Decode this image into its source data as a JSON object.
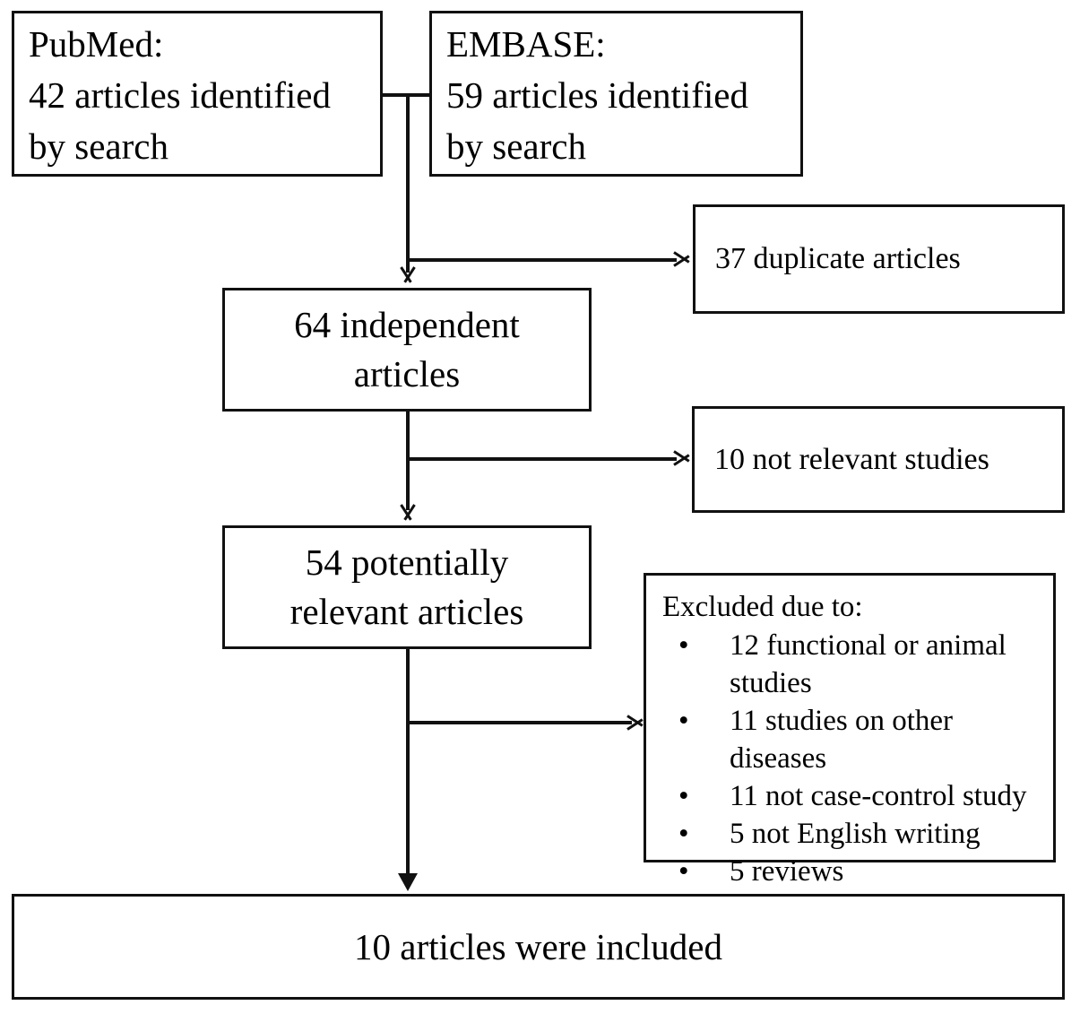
{
  "diagram": {
    "type": "prisma-study-selection-flowchart",
    "title": "Study selection flow diagram",
    "colors": {
      "stroke": "#111111",
      "background": "#ffffff",
      "text": "#000000"
    },
    "sources": [
      {
        "id": "pubmed",
        "heading": "PubMed:",
        "line2": "42 articles identified",
        "line3": "by search",
        "count": 42
      },
      {
        "id": "embase",
        "heading": "EMBASE:",
        "line2": "59 articles identified",
        "line3": "by search",
        "count": 59
      }
    ],
    "stages": [
      {
        "id": "independent",
        "line1": "64 independent",
        "line2": "articles",
        "count": 64
      },
      {
        "id": "potentially-relevant",
        "line1": "54 potentially",
        "line2": "relevant articles",
        "count": 54
      }
    ],
    "exclusions": [
      {
        "id": "duplicates",
        "label": "37 duplicate articles",
        "count": 37
      },
      {
        "id": "not-relevant",
        "label": "10 not relevant studies",
        "count": 10
      }
    ],
    "excluded_box": {
      "id": "excluded-due-to",
      "heading": "Excluded due to:",
      "bullet_glyph": "•",
      "items": [
        {
          "label": "12 functional or animal studies",
          "count": 12
        },
        {
          "label": "11 studies on other diseases",
          "count": 11
        },
        {
          "label": "11 not case-control study",
          "count": 11
        },
        {
          "label": "5 not English writing",
          "count": 5
        },
        {
          "label": "5 reviews",
          "count": 5
        }
      ]
    },
    "final": {
      "id": "included",
      "label": "10 articles were included",
      "count": 10
    }
  }
}
